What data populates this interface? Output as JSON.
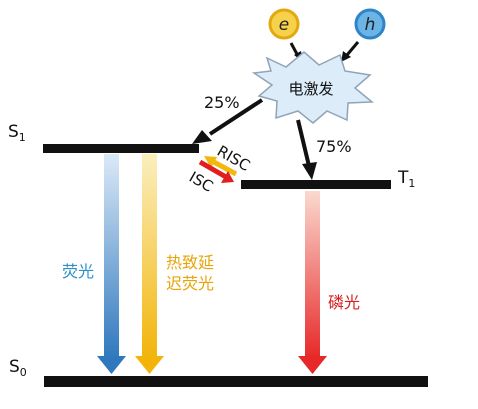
{
  "carriers": {
    "electron": {
      "label": "e",
      "fill": "#f6d24a",
      "stroke": "#e2a80f"
    },
    "hole": {
      "label": "h",
      "fill": "#6bb4e6",
      "stroke": "#2f83c7"
    }
  },
  "excitation": {
    "label": "电激发",
    "fill": "#dcecf9",
    "stroke": "#8fa4b8"
  },
  "levels": {
    "singlet": {
      "label": "S",
      "sub": "1"
    },
    "triplet": {
      "label": "T",
      "sub": "1"
    },
    "ground": {
      "label": "S",
      "sub": "0"
    }
  },
  "branches": {
    "singlet_fraction": "25%",
    "triplet_fraction": "75%"
  },
  "crossings": {
    "risc": {
      "label": "RISC",
      "color": "#f2b80e"
    },
    "isc": {
      "label": "ISC",
      "color": "#e11d1d"
    }
  },
  "emissions": {
    "fluorescence": {
      "label": "荧光",
      "color": "#2f78bd",
      "label_color": "#2d8fc8"
    },
    "tadf": {
      "line1": "热致延",
      "line2": "迟荧光",
      "color": "#f2b40b",
      "label_color": "#e6a50a"
    },
    "phosphorescence": {
      "label": "磷光",
      "color": "#e62828",
      "label_color": "#d42020"
    }
  }
}
